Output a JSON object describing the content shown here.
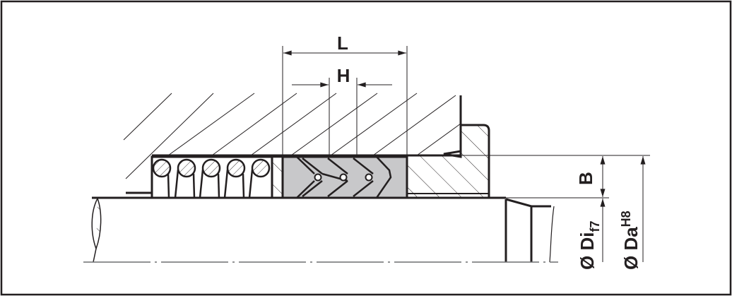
{
  "drawing": {
    "dimension_L": "L",
    "dimension_H": "H",
    "dimension_B": "B",
    "inner_diameter": {
      "prefix": "Ø Di",
      "tolerance": "f7"
    },
    "outer_diameter": {
      "prefix": "Ø Da",
      "tolerance": "H8"
    }
  },
  "colors": {
    "line": "#231f20",
    "packing_fill": "#c8c8ca"
  }
}
